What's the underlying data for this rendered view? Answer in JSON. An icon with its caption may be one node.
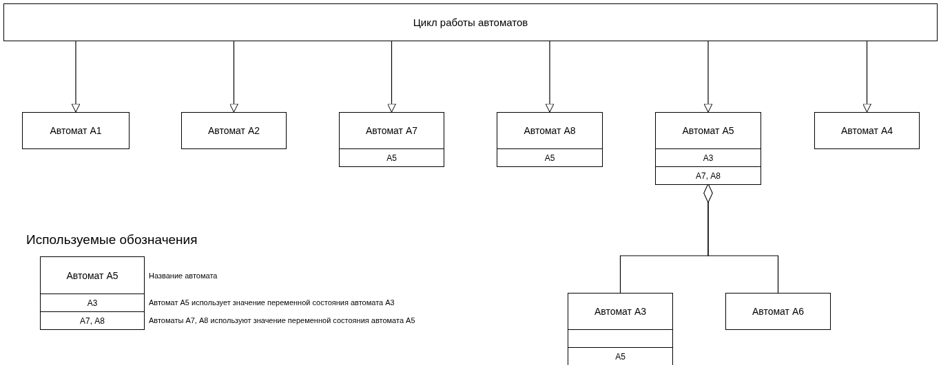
{
  "diagram": {
    "nodes": [
      {
        "text": [
          "Цикл работы автоматов"
        ]
      },
      {
        "text": [
          "Автомат А1"
        ]
      },
      {
        "text": [
          "Автомат А2"
        ]
      },
      {
        "text": [
          "Автомат А7",
          "А5"
        ]
      },
      {
        "text": [
          "Автомат А8",
          "А5"
        ]
      },
      {
        "text": [
          "Автомат А5",
          "А3",
          "А7, А8"
        ]
      },
      {
        "text": [
          "Автомат А4"
        ]
      },
      {
        "text": [
          "Автомат А3",
          "А5"
        ]
      },
      {
        "text": [
          "Автомат А6"
        ]
      },
      {
        "text": [
          "Автомат А5",
          "А3",
          "А7, А8"
        ],
        "beside": [
          "Название автомата",
          "Автомат А5 использует значение переменной состояния автомата А3",
          "Автоматы А7, А8 используют значение переменной состояния автомата А5"
        ]
      }
    ],
    "edges": [
      {
        "from": 0,
        "to": 1,
        "arrow": "to"
      },
      {
        "from": 0,
        "to": 2,
        "arrow": "to"
      },
      {
        "from": 0,
        "to": 3,
        "arrow": "to"
      },
      {
        "from": 0,
        "to": 4,
        "arrow": "to"
      },
      {
        "from": 0,
        "to": 5,
        "arrow": "to"
      },
      {
        "from": 0,
        "to": 6,
        "arrow": "to"
      },
      {
        "from": 5,
        "to": 7,
        "arrow": "other"
      },
      {
        "from": 5,
        "to": 8,
        "arrow": "other"
      }
    ],
    "labels": [
      "Используемые обозначения"
    ]
  }
}
